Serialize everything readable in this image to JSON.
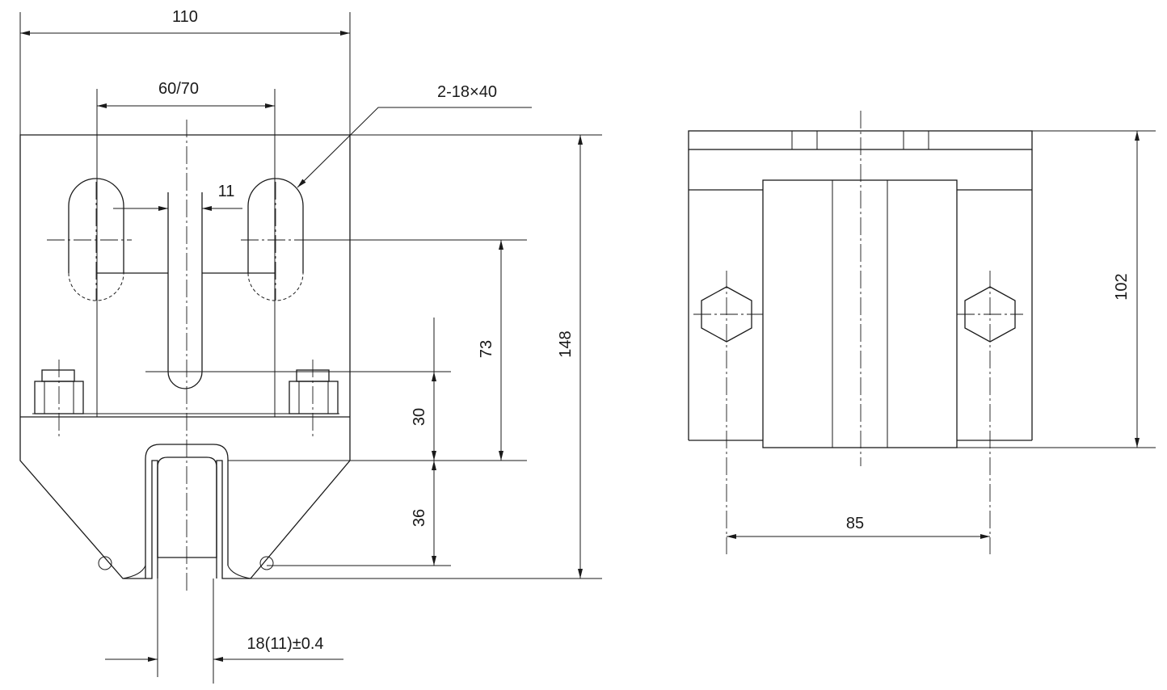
{
  "front_view": {
    "dim_overall_width": "110",
    "dim_slot_spacing": "60/70",
    "dim_slot_callout": "2-18×40",
    "dim_slot_width": "11",
    "dim_slot_to_base": "73",
    "dim_height": "148",
    "dim_upper": "30",
    "dim_lower": "36",
    "dim_gap": "18(11)±0.4"
  },
  "side_view": {
    "dim_height": "102",
    "dim_bolt_spacing": "85"
  }
}
